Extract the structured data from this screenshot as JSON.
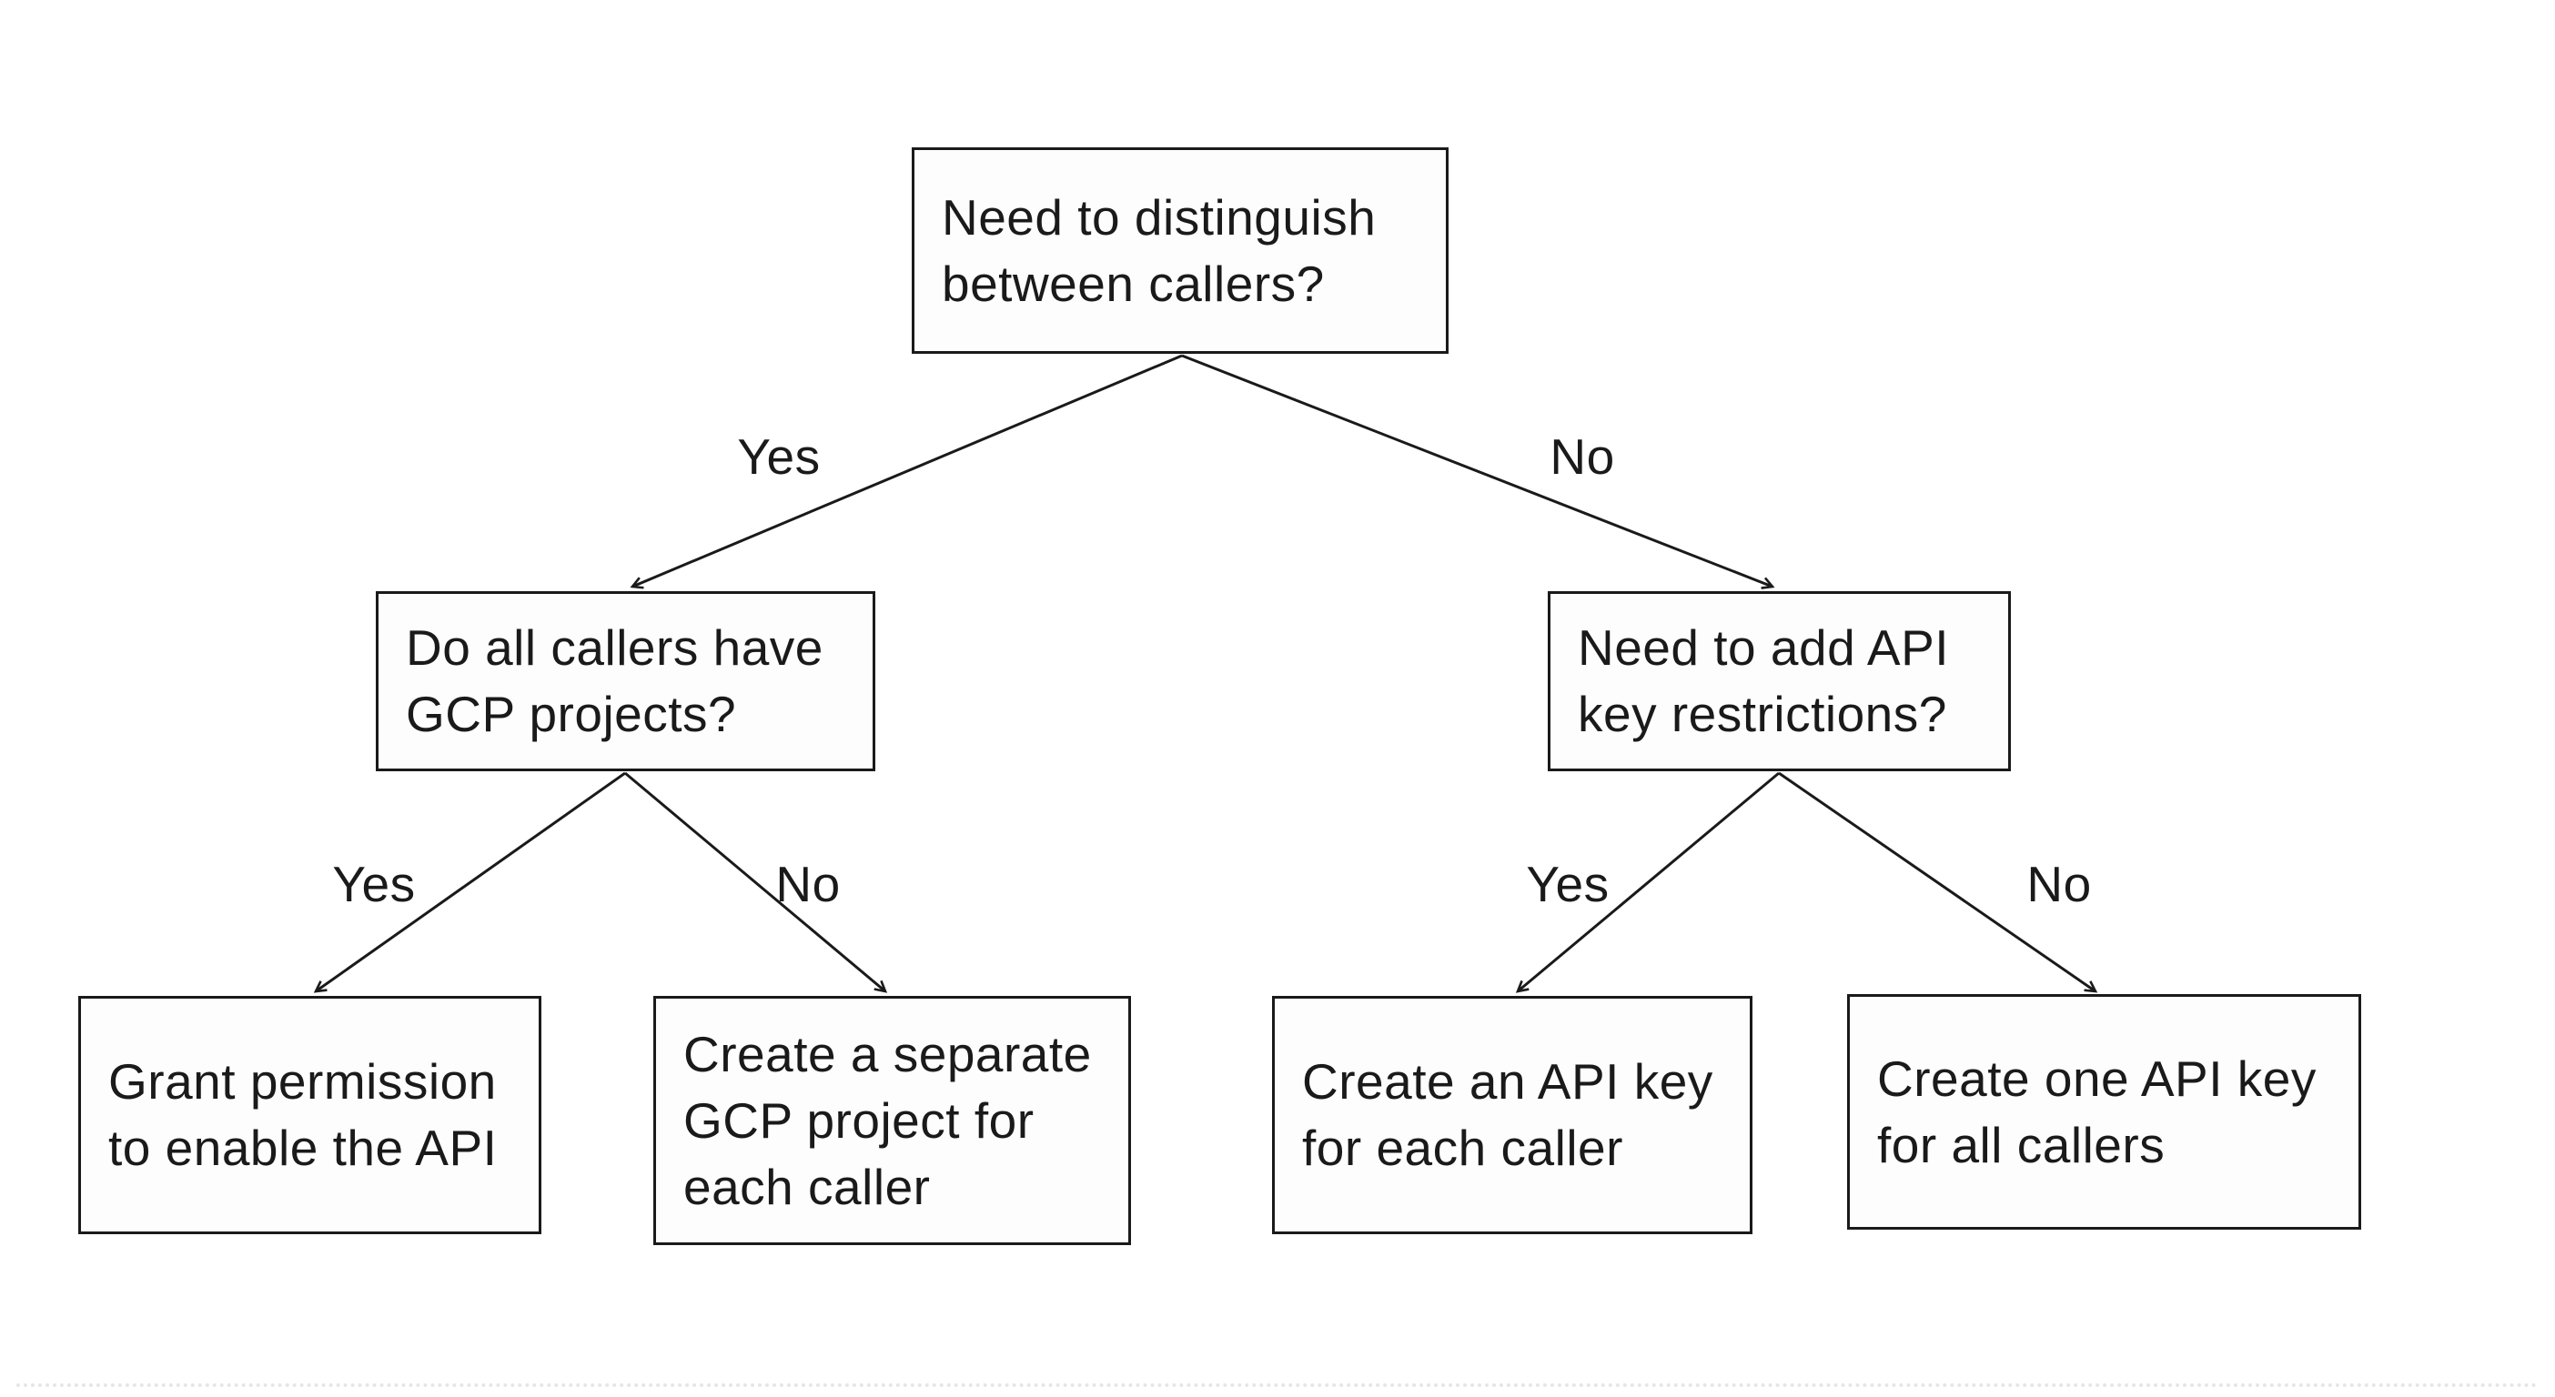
{
  "page": {
    "background": "#ffffff",
    "ink_color": "#1a1a1a",
    "box_fill": "#fdfdfd",
    "artifact_line_color": "#e3e7ea"
  },
  "diagram": {
    "type": "decision-tree-flowchart",
    "nodes": {
      "root": {
        "lines": [
          "Need to distinguish",
          "between callers?"
        ]
      },
      "gcp_question": {
        "lines": [
          "Do all callers have",
          "GCP projects?"
        ]
      },
      "key_question": {
        "lines": [
          "Need to add API",
          "key restrictions?"
        ]
      },
      "grant_permission": {
        "lines": [
          "Grant permission",
          "to enable the API"
        ]
      },
      "separate_project": {
        "lines": [
          "Create a separate",
          "GCP project for",
          "each caller"
        ]
      },
      "key_per_caller": {
        "lines": [
          "Create an API key",
          "for each caller"
        ]
      },
      "one_key": {
        "lines": [
          "Create one API key",
          "for all callers"
        ]
      }
    },
    "branch_labels": {
      "root_yes": "Yes",
      "root_no": "No",
      "gcp_yes": "Yes",
      "gcp_no": "No",
      "key_yes": "Yes",
      "key_no": "No"
    }
  }
}
